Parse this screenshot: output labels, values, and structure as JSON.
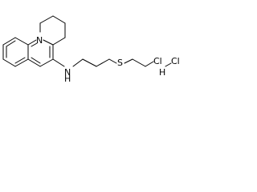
{
  "molecule": {
    "atoms": {
      "n_ring": "N",
      "n_amine": "N",
      "h_amine": "H",
      "s": "S",
      "cl_chain": "Cl",
      "h_salt": "H",
      "cl_salt": "Cl"
    }
  },
  "colors": {
    "line": "#000000",
    "background": "#ffffff"
  }
}
